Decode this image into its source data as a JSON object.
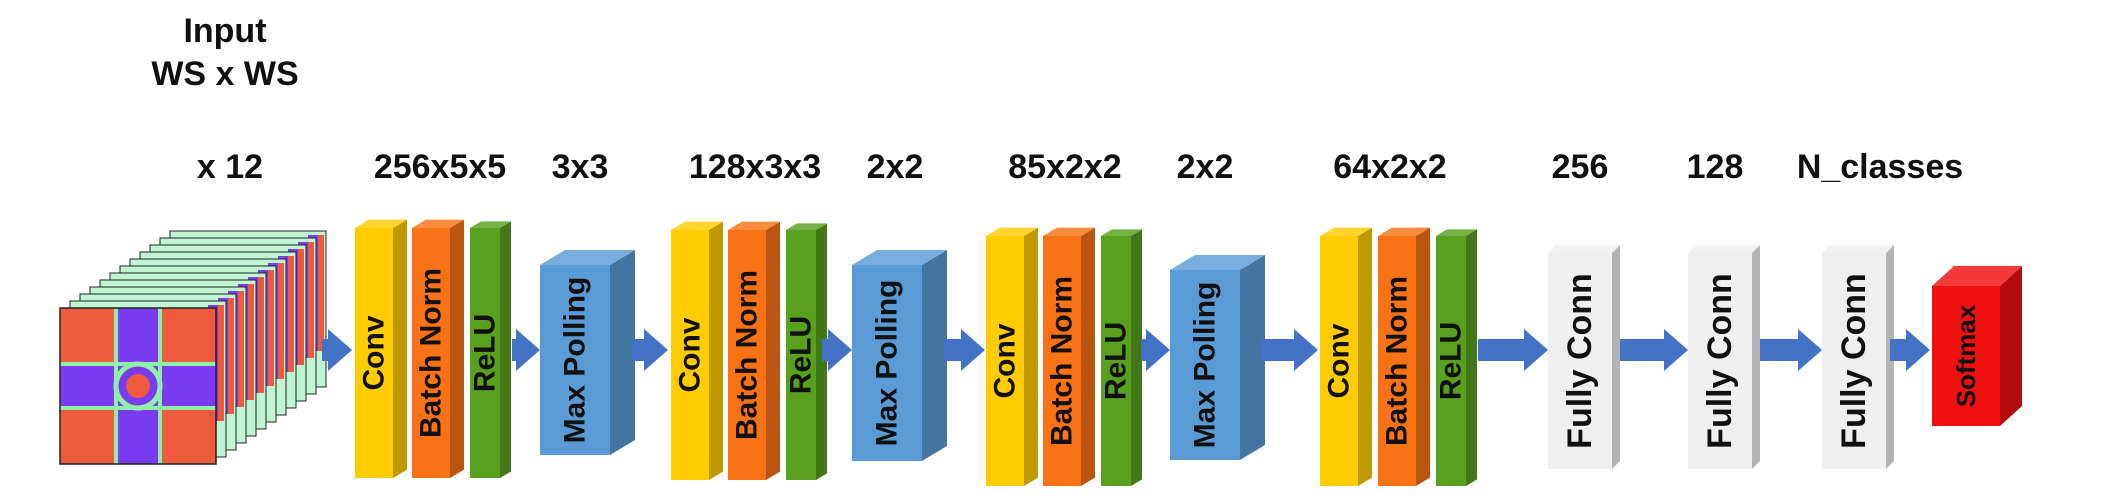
{
  "input": {
    "title_line1": "Input",
    "title_line2": "WS x WS",
    "channels": "x 12",
    "colors": {
      "red": "#ee5a3c",
      "purple": "#7a3cf0",
      "green": "#8ef0a6",
      "mint": "#bff5d2"
    }
  },
  "headers": {
    "conv1": "256x5x5",
    "pool1": "3x3",
    "conv2": "128x3x3",
    "pool2": "2x2",
    "conv3": "85x2x2",
    "pool3": "2x2",
    "conv4": "64x2x2",
    "fc1": "256",
    "fc2": "128",
    "fc3": "N_classes"
  },
  "block_labels": {
    "conv": "Conv",
    "batch_norm": "Batch Norm",
    "relu": "ReLU",
    "max_pool": "Max Polling",
    "fully_conn": "Fully Conn",
    "softmax": "Softmax"
  },
  "colors": {
    "conv": "#ffcc00",
    "batch_norm": "#f97316",
    "relu": "#58a01e",
    "max_pool": "#5b9bd5",
    "fully_conn": "#efefef",
    "softmax": "#f01010",
    "arrow": "#4472c4"
  }
}
